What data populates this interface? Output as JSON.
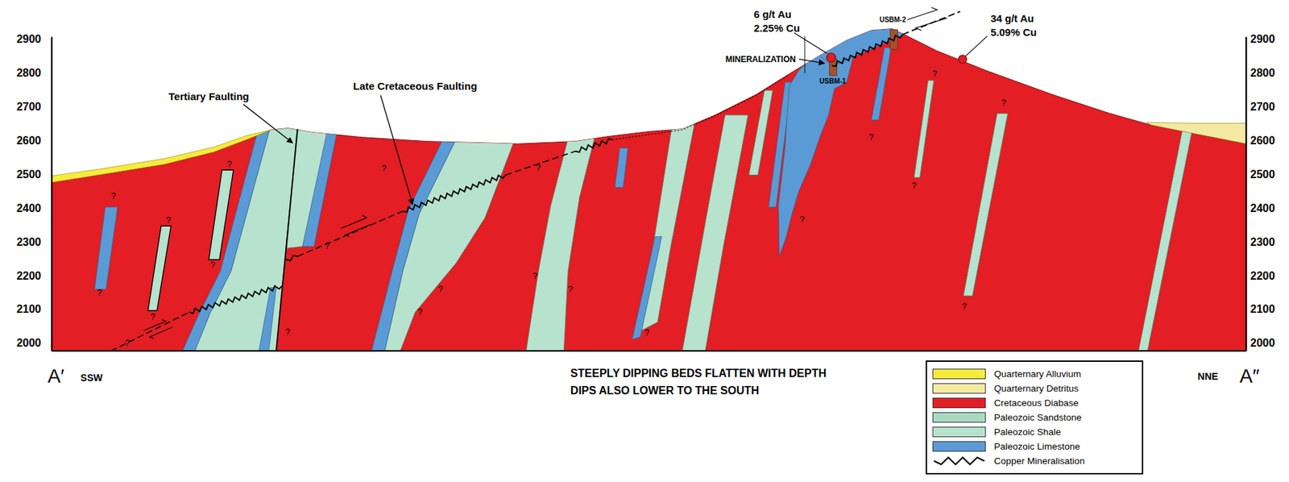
{
  "diagram": {
    "labels": [
      "2900",
      "2800",
      "2700",
      "2600",
      "2500",
      "2400",
      "2300",
      "2200",
      "2100",
      "2000",
      "2900",
      "2800",
      "2700",
      "2600",
      "2500",
      "2400",
      "2300",
      "2200",
      "2100",
      "2000",
      "Tertiary Faulting",
      "Late Cretaceous Faulting",
      "6 g/t Au",
      "2.25% Cu",
      "34 g/t Au",
      "5.09% Cu",
      "MINERALIZATION",
      "USBM-2",
      "USBM-1",
      "A′",
      "SSW",
      "NNE",
      "A″",
      "STEEPLY DIPPING BEDS FLATTEN WITH DEPTH",
      "DIPS ALSO LOWER TO THE SOUTH",
      "?",
      "?",
      "?",
      "?",
      "?",
      "?",
      "?",
      "?",
      "?",
      "?",
      "?",
      "?",
      "?",
      "?",
      "?",
      "?",
      "?",
      "?",
      "?",
      "?",
      "?",
      "?"
    ],
    "legend": [
      {
        "text": "Quarternary Alluvium",
        "color": "#f6ec3c"
      },
      {
        "text": "Quarternary Detritus",
        "color": "#f3e9a2"
      },
      {
        "text": "Cretaceous Diabase",
        "color": "#e31e24"
      },
      {
        "text": "Paleozoic Sandstone",
        "color": "#a9d9c0"
      },
      {
        "text": "Paleozoic Shale",
        "color": "#b7e2cd"
      },
      {
        "text": "Paleozoic Limestone",
        "color": "#5b9bd5"
      },
      {
        "text": "Copper Mineralisation"
      }
    ]
  }
}
